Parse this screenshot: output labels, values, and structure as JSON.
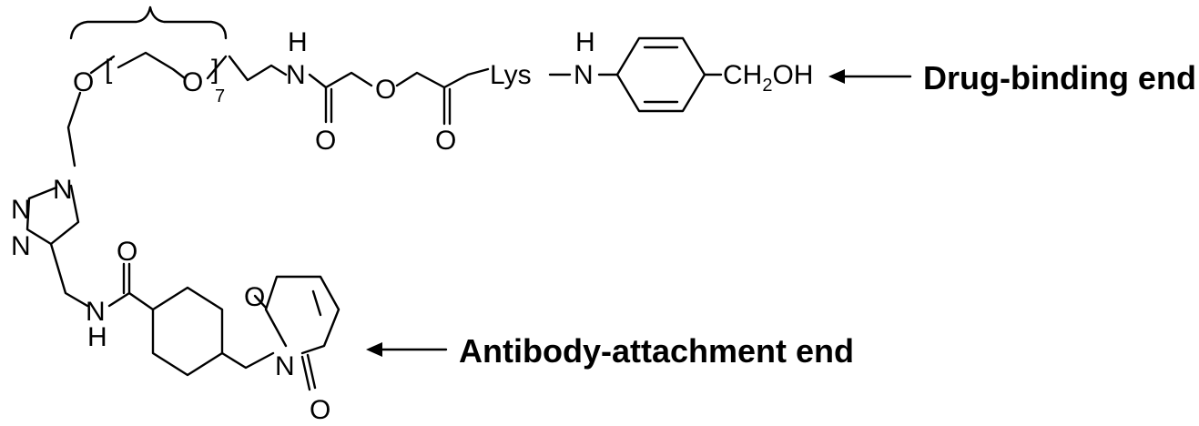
{
  "atoms": {
    "O": "O",
    "N": "N",
    "H": "H",
    "lys": "Lys",
    "ch2oh_prefix": "CH",
    "ch2oh_sub": "2",
    "ch2oh_suffix": "OH",
    "peg_repeat": "7"
  },
  "labels": {
    "drug_end": "Drug-binding end",
    "antibody_end": "Antibody-attachment end"
  }
}
